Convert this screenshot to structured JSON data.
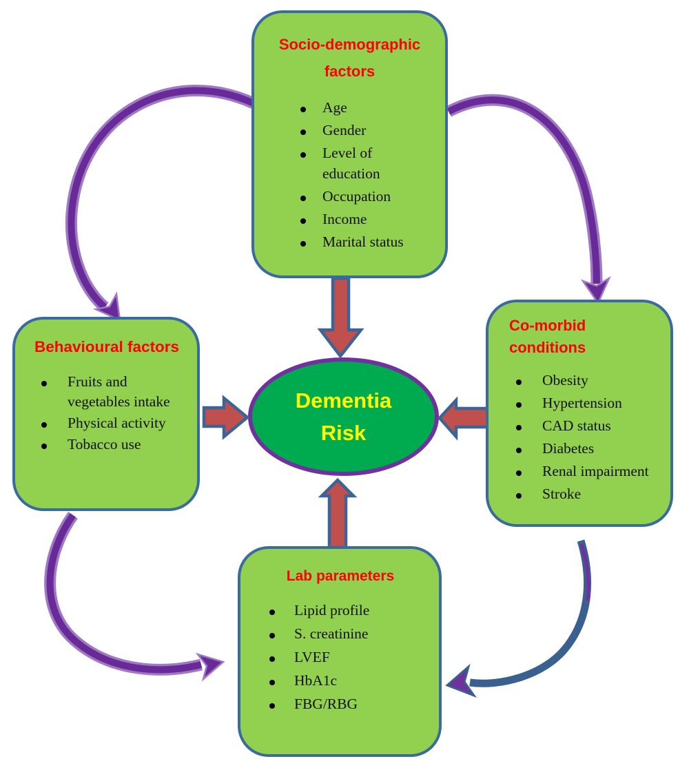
{
  "center": {
    "line1": "Dementia",
    "line2": "Risk"
  },
  "boxes": {
    "top": {
      "title": "Socio-demographic factors",
      "items": [
        "Age",
        "Gender",
        "Level of education",
        "Occupation",
        "Income",
        "Marital status"
      ]
    },
    "left": {
      "title": "Behavioural factors",
      "items": [
        "Fruits and vegetables intake",
        "Physical activity",
        "Tobacco use"
      ]
    },
    "right": {
      "title": "Co-morbid conditions",
      "items": [
        "Obesity",
        "Hypertension",
        "CAD status",
        "Diabetes",
        "Renal impairment",
        "Stroke"
      ]
    },
    "bottom": {
      "title": "Lab parameters",
      "items": [
        "Lipid profile",
        "S. creatinine",
        "LVEF",
        "HbA1c",
        "FBG/RBG"
      ]
    }
  },
  "arrows": {
    "top_to_center": "block-arrow-down",
    "left_to_center": "block-arrow-right",
    "right_to_center": "block-arrow-left",
    "bottom_to_center": "block-arrow-up",
    "top_to_left": "curved-arrow-counterclockwise",
    "top_to_right": "curved-arrow-clockwise",
    "left_to_bottom": "curved-arrow-counterclockwise",
    "right_to_bottom": "curved-arrow-clockwise"
  },
  "colors": {
    "box_fill": "#92d050",
    "box_border": "#3a6b9e",
    "ellipse_fill": "#00ab50",
    "ellipse_border": "#7030a0",
    "title_text": "#ff0000",
    "center_text": "#ffff00",
    "list_text": "#111111",
    "block_arrow_fill": "#c0504d",
    "block_arrow_border": "#3c6494",
    "curved_arrow_purple": "#682a96",
    "curved_arrow_purple_edge": "#9f78c6",
    "curved_arrow_blue": "#3a6090"
  }
}
